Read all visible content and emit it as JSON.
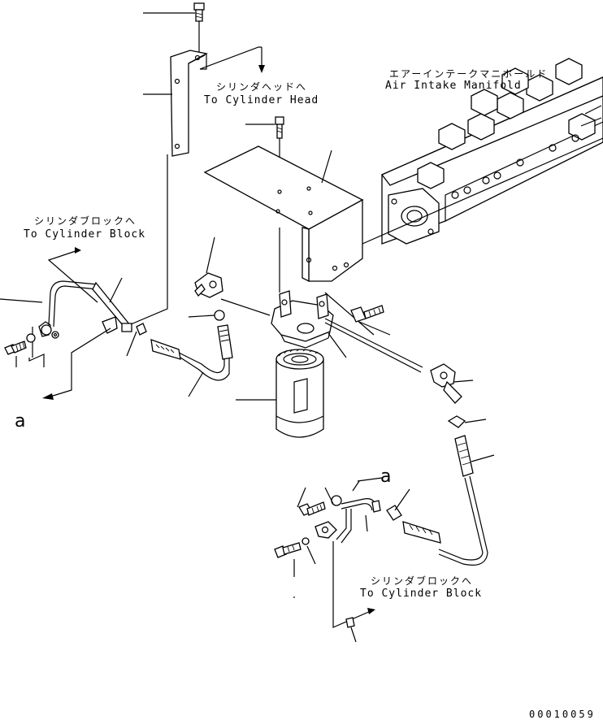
{
  "labels": {
    "cylinder_head_jp": "シリンダヘッドへ",
    "cylinder_head_en": "To Cylinder Head",
    "manifold_jp": "エアーインテークマニホールド",
    "manifold_en": "Air Intake Manifold",
    "cylinder_block_left_jp": "シリンダブロックへ",
    "cylinder_block_left_en": "To Cylinder Block",
    "cylinder_block_right_jp": "シリンダブロックへ",
    "cylinder_block_right_en": "To Cylinder Block",
    "ref_a_left": "a",
    "ref_a_right": "a",
    "drawing_number": "00010059"
  }
}
